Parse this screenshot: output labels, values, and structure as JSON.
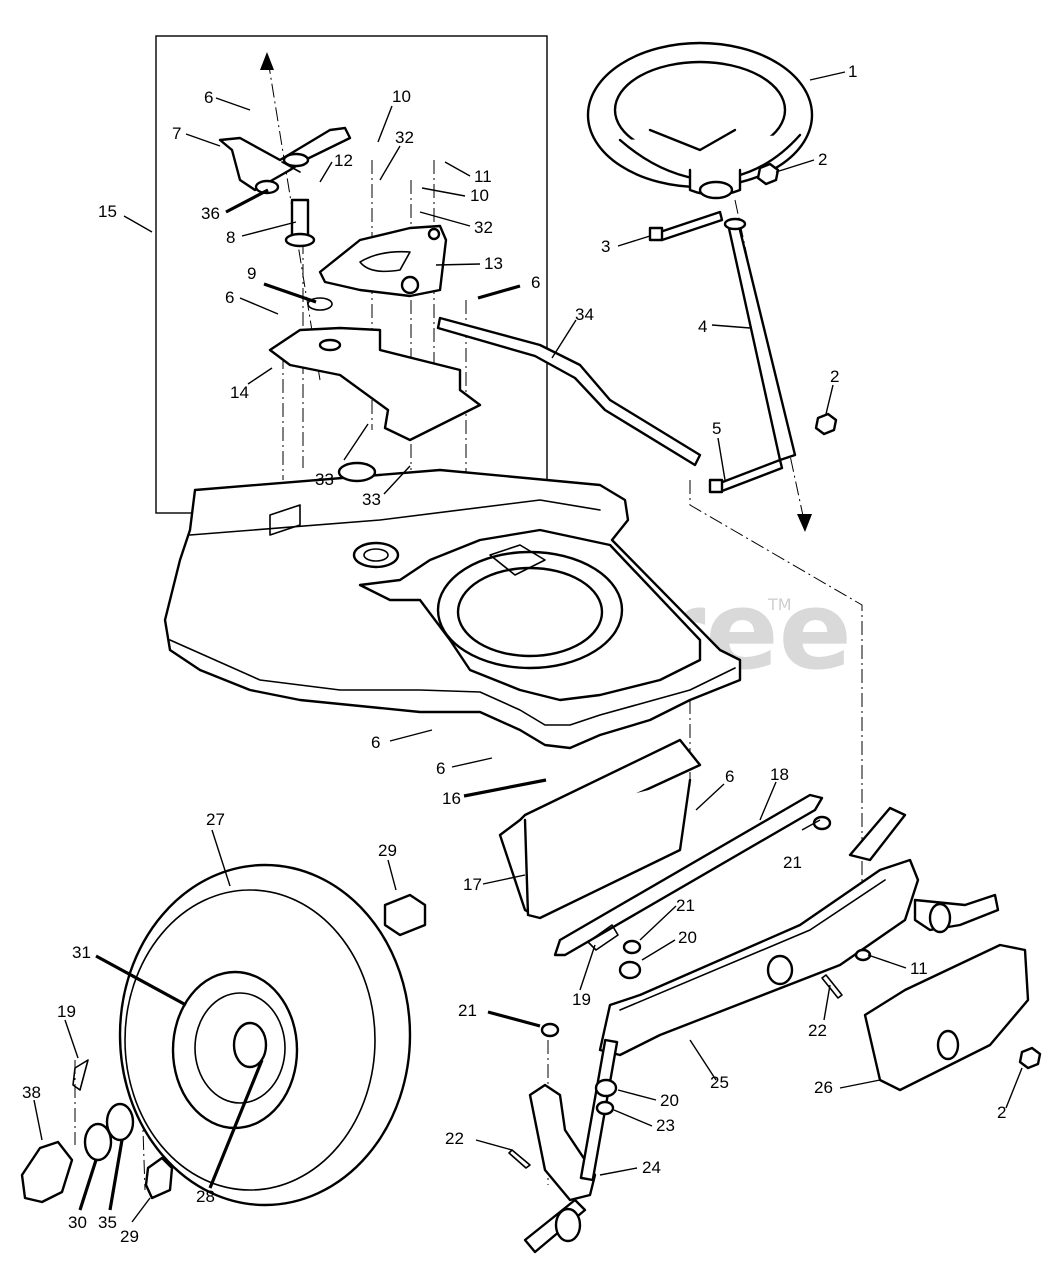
{
  "watermark": {
    "brand": "PartsTree",
    "trademark": "TM"
  },
  "callouts": [
    {
      "id": "c1",
      "label": "1"
    },
    {
      "id": "c2a",
      "label": "2"
    },
    {
      "id": "c3",
      "label": "3"
    },
    {
      "id": "c4",
      "label": "4"
    },
    {
      "id": "c2b",
      "label": "2"
    },
    {
      "id": "c5",
      "label": "5"
    },
    {
      "id": "c6a",
      "label": "6"
    },
    {
      "id": "c7",
      "label": "7"
    },
    {
      "id": "c10a",
      "label": "10"
    },
    {
      "id": "c32a",
      "label": "32"
    },
    {
      "id": "c12",
      "label": "12"
    },
    {
      "id": "c11a",
      "label": "11"
    },
    {
      "id": "c10b",
      "label": "10"
    },
    {
      "id": "c36",
      "label": "36"
    },
    {
      "id": "c8",
      "label": "8"
    },
    {
      "id": "c32b",
      "label": "32"
    },
    {
      "id": "c15",
      "label": "15"
    },
    {
      "id": "c13",
      "label": "13"
    },
    {
      "id": "c9",
      "label": "9"
    },
    {
      "id": "c6b",
      "label": "6"
    },
    {
      "id": "c6c",
      "label": "6"
    },
    {
      "id": "c34",
      "label": "34"
    },
    {
      "id": "c14",
      "label": "14"
    },
    {
      "id": "c33a",
      "label": "33"
    },
    {
      "id": "c33b",
      "label": "33"
    },
    {
      "id": "c6d",
      "label": "6"
    },
    {
      "id": "c6e",
      "label": "6"
    },
    {
      "id": "c16",
      "label": "16"
    },
    {
      "id": "c6f",
      "label": "6"
    },
    {
      "id": "c18",
      "label": "18"
    },
    {
      "id": "c21a",
      "label": "21"
    },
    {
      "id": "c27",
      "label": "27"
    },
    {
      "id": "c29a",
      "label": "29"
    },
    {
      "id": "c17",
      "label": "17"
    },
    {
      "id": "c21b",
      "label": "21"
    },
    {
      "id": "c20a",
      "label": "20"
    },
    {
      "id": "c11b",
      "label": "11"
    },
    {
      "id": "c31",
      "label": "31"
    },
    {
      "id": "c19a",
      "label": "19"
    },
    {
      "id": "c22a",
      "label": "22"
    },
    {
      "id": "c21c",
      "label": "21"
    },
    {
      "id": "c19b",
      "label": "19"
    },
    {
      "id": "c38",
      "label": "38"
    },
    {
      "id": "c25",
      "label": "25"
    },
    {
      "id": "c26",
      "label": "26"
    },
    {
      "id": "c2c",
      "label": "2"
    },
    {
      "id": "c20b",
      "label": "20"
    },
    {
      "id": "c23",
      "label": "23"
    },
    {
      "id": "c22b",
      "label": "22"
    },
    {
      "id": "c24",
      "label": "24"
    },
    {
      "id": "c28",
      "label": "28"
    },
    {
      "id": "c30",
      "label": "30"
    },
    {
      "id": "c35",
      "label": "35"
    },
    {
      "id": "c29b",
      "label": "29"
    }
  ]
}
